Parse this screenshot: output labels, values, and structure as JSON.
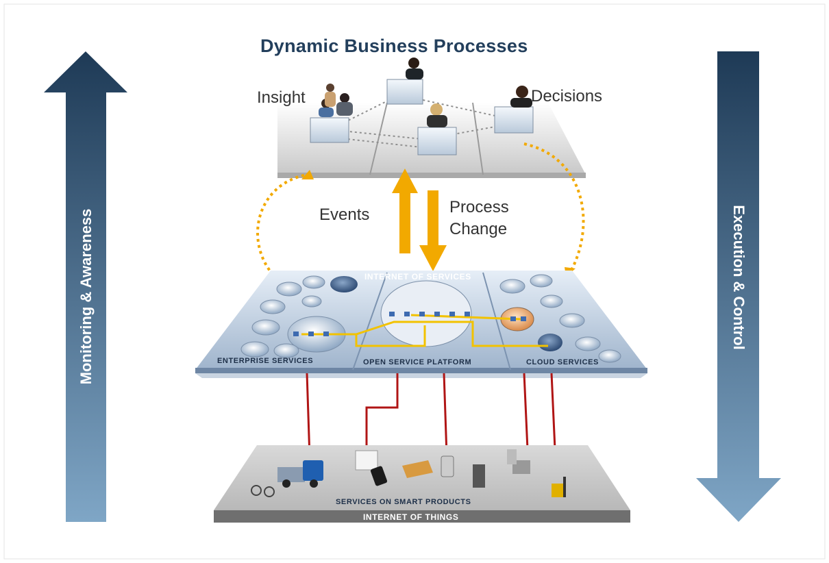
{
  "title": "Dynamic Business Processes",
  "top_labels": {
    "insight": "Insight",
    "decisions": "Decisions"
  },
  "flow_labels": {
    "events": "Events",
    "process_change": "Process\nChange"
  },
  "side_arrows": {
    "left": "Monitoring & Awareness",
    "right": "Execution & Control"
  },
  "services_layer": {
    "header": "INTERNET OF SERVICES",
    "sections": [
      "ENTERPRISE SERVICES",
      "OPEN SERVICE PLATFORM",
      "CLOUD SERVICES"
    ]
  },
  "things_layer": {
    "label": "SERVICES ON SMART PRODUCTS",
    "footer": "INTERNET OF THINGS"
  },
  "colors": {
    "arrow_dark": "#1e3a56",
    "arrow_light": "#7fa6c6",
    "flow_orange": "#f2a900",
    "wire_red": "#b01515",
    "title_blue": "#233f5c"
  }
}
